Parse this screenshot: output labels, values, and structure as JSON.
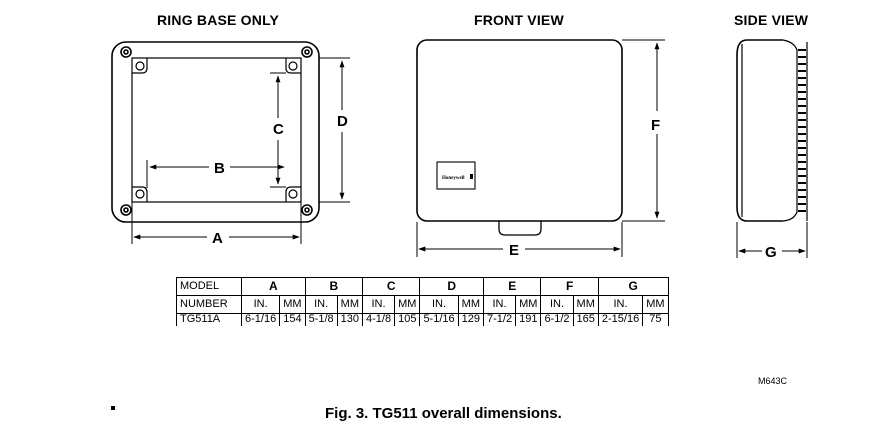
{
  "titles": {
    "ring_base": "RING BASE ONLY",
    "front": "FRONT VIEW",
    "side": "SIDE VIEW"
  },
  "dimension_labels": {
    "a": "A",
    "b": "B",
    "c": "C",
    "d": "D",
    "e": "E",
    "f": "F",
    "g": "G"
  },
  "brand": "Honeywell",
  "table": {
    "row1_label": "MODEL",
    "row2_label": "NUMBER",
    "groups": [
      "A",
      "B",
      "C",
      "D",
      "E",
      "F",
      "G"
    ],
    "unit_in": "IN.",
    "unit_mm": "MM",
    "model": "TG511A",
    "values": [
      {
        "in": "6-1/16",
        "mm": "154"
      },
      {
        "in": "5-1/8",
        "mm": "130"
      },
      {
        "in": "4-1/8",
        "mm": "105"
      },
      {
        "in": "5-1/16",
        "mm": "129"
      },
      {
        "in": "7-1/2",
        "mm": "191"
      },
      {
        "in": "6-1/2",
        "mm": "165"
      },
      {
        "in": "2-15/16",
        "mm": "75"
      }
    ]
  },
  "drawing_code": "M643C",
  "caption": "Fig. 3. TG511 overall dimensions."
}
